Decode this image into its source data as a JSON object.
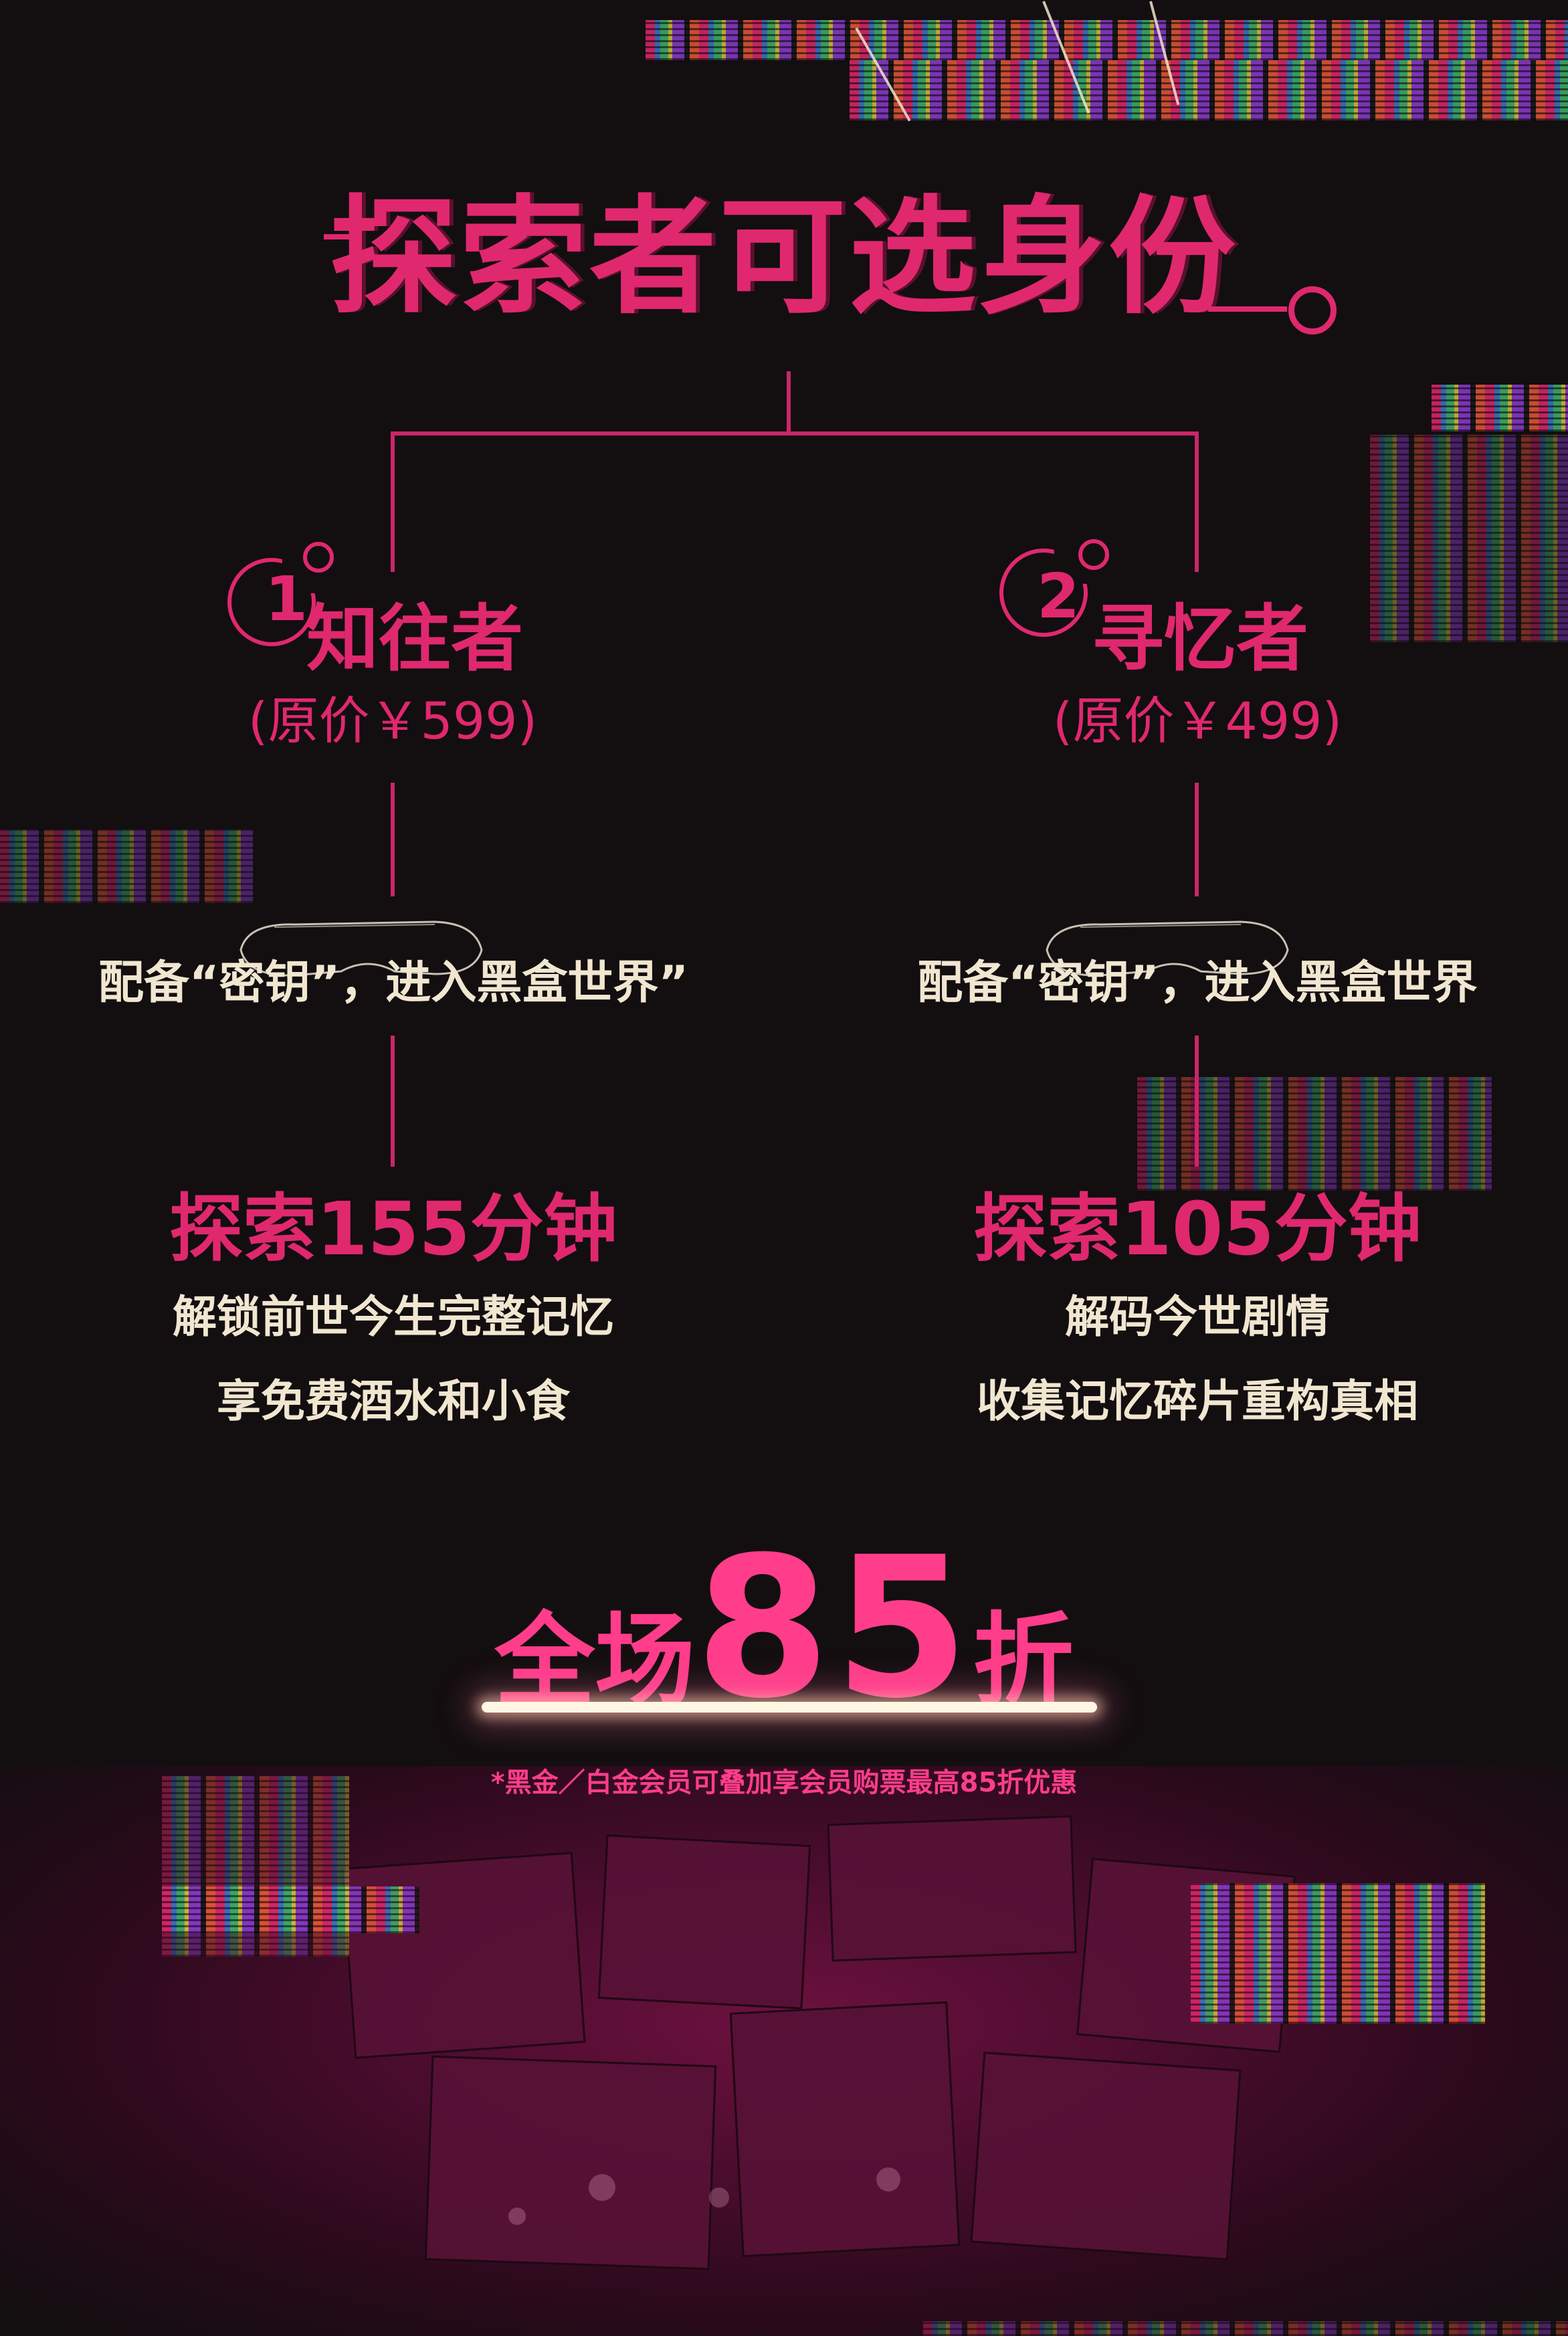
{
  "title": "探索者可选身份",
  "identities": [
    {
      "number": "1",
      "name": "知往者",
      "price": "(原价￥599)",
      "equipment": "配备“密钥”，进入黑盒世界”",
      "explore": "探索155分钟",
      "perks": [
        "解锁前世今生完整记忆",
        "享免费酒水和小食"
      ]
    },
    {
      "number": "2",
      "name": "寻忆者",
      "price": "(原价￥499)",
      "equipment": "配备“密钥”，进入黑盒世界",
      "explore": "探索105分钟",
      "perks": [
        "解码今世剧情",
        "收集记忆碎片重构真相"
      ]
    }
  ],
  "discount": {
    "prefix": "全场",
    "number": "85",
    "suffix": "折"
  },
  "member_note": "*黑金／白金会员可叠加享会员购票最高85折优惠",
  "colors": {
    "background": "#130e10",
    "accent_pink": "#e0286f",
    "discount_pink": "#ff3d8a",
    "cream_text": "#f1e6d0"
  },
  "icons": [
    "title-circle-icon",
    "number-circle-icon",
    "vr-goggles-icon"
  ]
}
